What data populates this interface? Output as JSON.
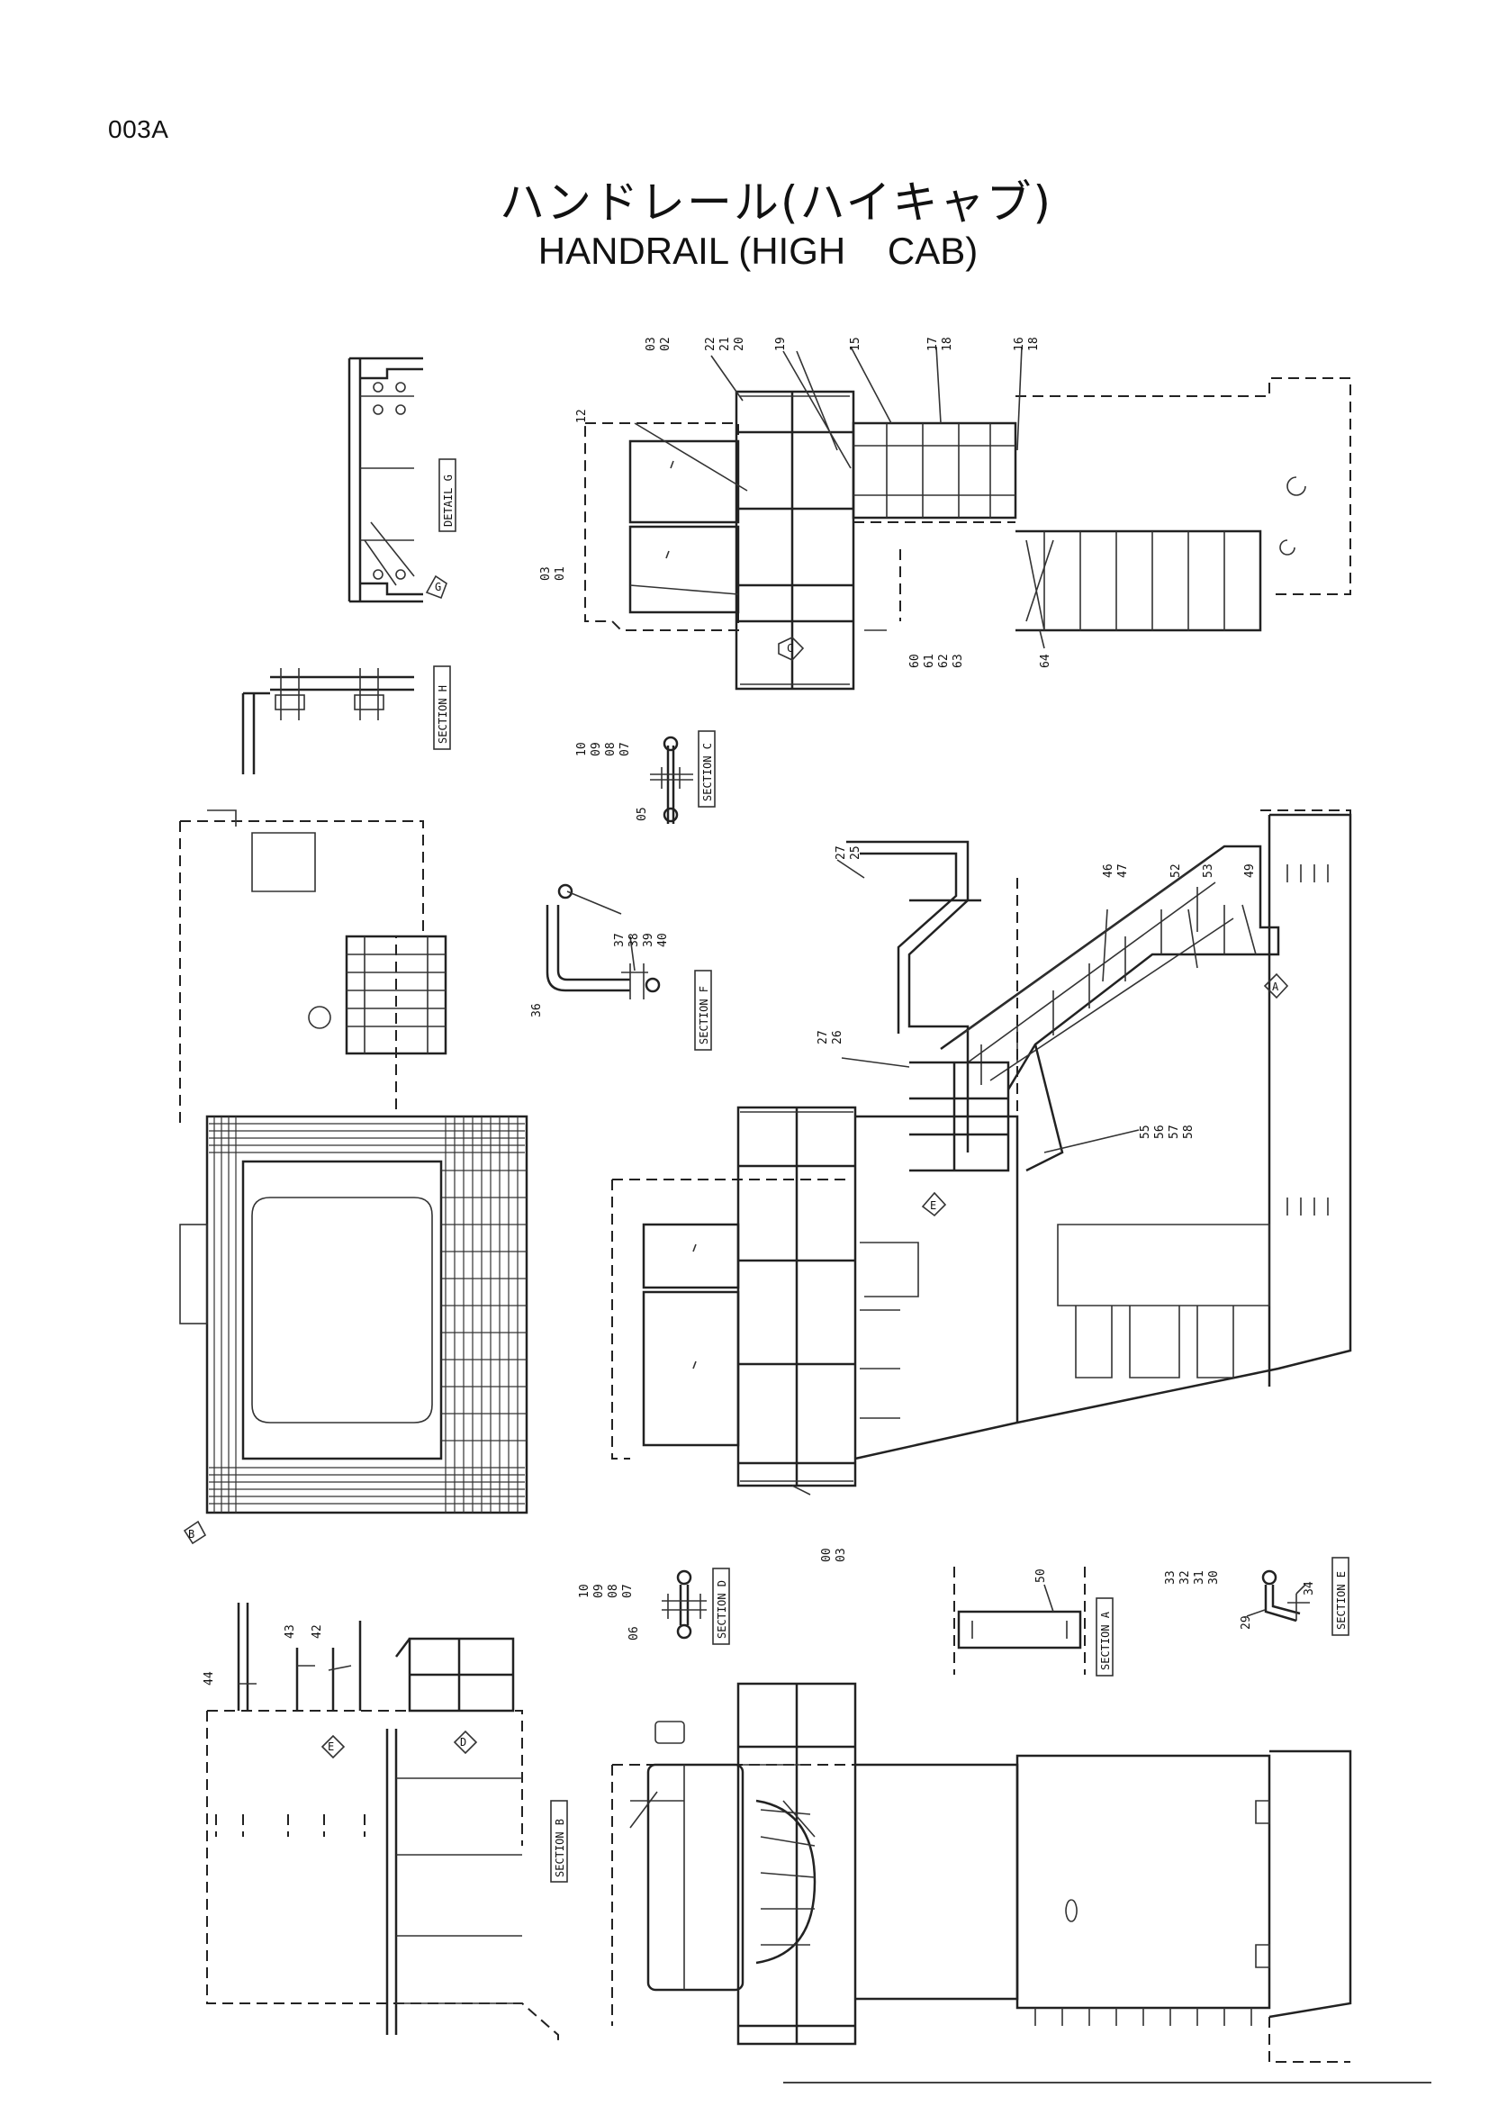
{
  "header": {
    "page_code": "003A",
    "title_jp": "ハンドレール(ハイキャブ)",
    "title_en": "HANDRAIL (HIGH    CAB)"
  },
  "views": {
    "detail_g": "DETAIL G",
    "section_h": "SECTION H",
    "section_c": "SECTION C",
    "section_f": "SECTION F",
    "section_d": "SECTION D",
    "section_a": "SECTION A",
    "section_e": "SECTION E",
    "section_b": "SECTION B"
  },
  "view_markers": {
    "g": "G",
    "c": "C",
    "e": "E",
    "d": "D",
    "a": "A",
    "b": "B"
  },
  "part_numbers": {
    "top_view": [
      "03",
      "02",
      "22",
      "21",
      "20",
      "19",
      "15",
      "17",
      "18",
      "16",
      "18",
      "12",
      "03",
      "01",
      "60",
      "61",
      "62",
      "63",
      "64"
    ],
    "section_c": [
      "10",
      "09",
      "08",
      "07",
      "05"
    ],
    "section_f": [
      "37",
      "38",
      "39",
      "40",
      "36"
    ],
    "side_view": [
      "27",
      "25",
      "46",
      "47",
      "52",
      "53",
      "49",
      "27",
      "26",
      "55",
      "56",
      "57",
      "58",
      "00",
      "03"
    ],
    "section_d": [
      "10",
      "09",
      "08",
      "07",
      "06"
    ],
    "section_a": [
      "50"
    ],
    "section_e": [
      "33",
      "32",
      "31",
      "30",
      "34",
      "29"
    ],
    "section_b": [
      "43",
      "42",
      "44"
    ]
  }
}
